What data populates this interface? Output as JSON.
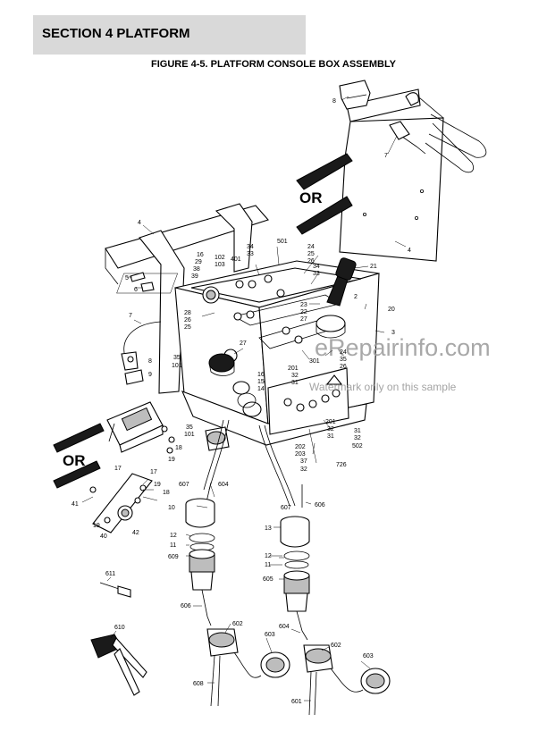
{
  "header": {
    "section_title": "SECTION 4   PLATFORM"
  },
  "figure": {
    "title": "FIGURE 4-5. PLATFORM CONSOLE BOX ASSEMBLY"
  },
  "or_labels": [
    "OR",
    "OR"
  ],
  "watermark": {
    "site": "eRepairinfo.com",
    "note": "Watermark only on this sample"
  },
  "callouts": {
    "c8_top": "8",
    "c7_top": "7",
    "c4_right": "4",
    "c4_left": "4",
    "c5": "5",
    "c6": "6",
    "c7_left": "7",
    "c8_left": "8",
    "c9": "9",
    "c16": "16",
    "c29": "29",
    "c38": "38",
    "c39": "39",
    "c102": "102",
    "c103": "103",
    "c401": "401",
    "c34a": "34",
    "c33a": "33",
    "c501": "501",
    "c24": "24",
    "c25": "25",
    "c26": "26",
    "c34b": "34",
    "c33b": "33",
    "c21": "21",
    "c2": "2",
    "c20": "20",
    "c3": "3",
    "c23": "23",
    "c22": "22",
    "c27_r": "27",
    "c28": "28",
    "c26b": "26",
    "c25b": "25",
    "c27": "27",
    "c35": "35",
    "c101": "101",
    "c301": "301",
    "c24b": "24",
    "c35b": "35",
    "c26c": "26",
    "c16b": "16",
    "c15": "15",
    "c14": "14",
    "c201": "201",
    "c32": "32",
    "c31": "31",
    "c201b": "201",
    "c32b": "32",
    "c31b": "31",
    "c35c": "35",
    "c101b": "101",
    "c18": "18",
    "c19": "19",
    "c17a": "17",
    "c31c": "31",
    "c32c": "32",
    "c502": "502",
    "c202": "202",
    "c203": "203",
    "c37": "37",
    "c32d": "32",
    "c726": "726",
    "c17b": "17",
    "c41": "41",
    "c19b": "19",
    "c18b": "18",
    "c19c": "19",
    "c40": "40",
    "c42": "42",
    "c607a": "607",
    "c604a": "604",
    "c10": "10",
    "c12a": "12",
    "c11a": "11",
    "c609": "609",
    "c607b": "607",
    "c606a": "606",
    "c13": "13",
    "c12b": "12",
    "c11b": "11",
    "c605": "605",
    "c611": "611",
    "c606b": "606",
    "c602a": "602",
    "c604b": "604",
    "c602b": "602",
    "c610": "610",
    "c603a": "603",
    "c603b": "603",
    "c608": "608",
    "c601": "601"
  }
}
